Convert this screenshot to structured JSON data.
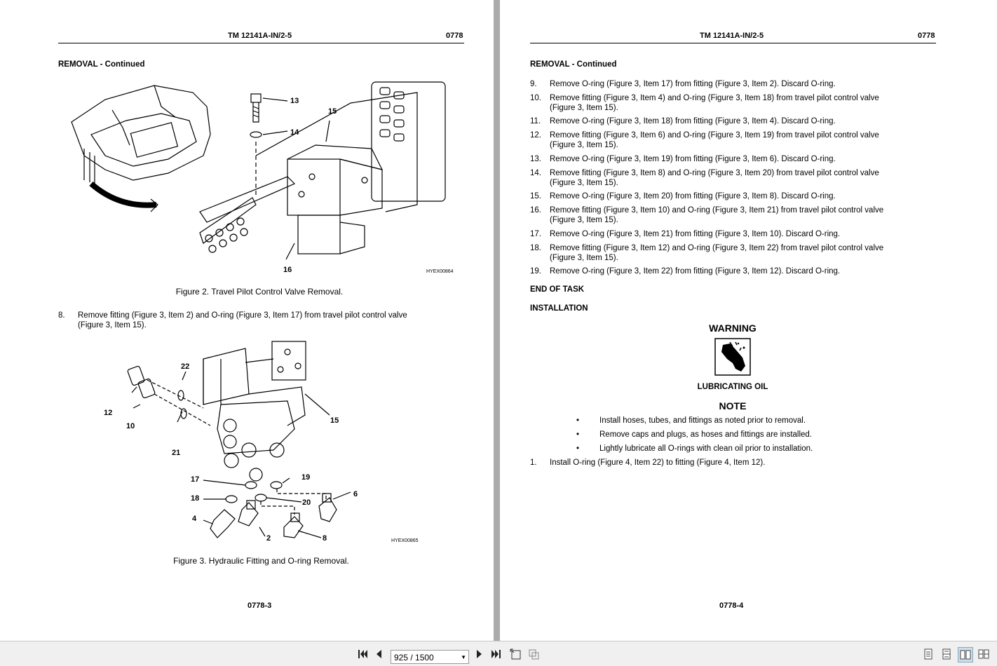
{
  "left_page": {
    "header_title": "TM 12141A-IN/2-5",
    "header_code": "0778",
    "section": "REMOVAL - Continued",
    "figure2": {
      "callouts": [
        "13",
        "14",
        "15",
        "16"
      ],
      "ref": "HYEX00864",
      "caption": "Figure 2.  Travel Pilot Control Valve Removal."
    },
    "steps": [
      {
        "num": "8.",
        "text": "Remove fitting (Figure 3, Item 2) and O-ring (Figure 3, Item 17) from travel pilot control valve (Figure 3, Item 15)."
      }
    ],
    "figure3": {
      "callouts": [
        "22",
        "12",
        "10",
        "21",
        "15",
        "17",
        "19",
        "18",
        "20",
        "6",
        "4",
        "2",
        "8"
      ],
      "ref": "HYEX00865",
      "caption": "Figure 3.  Hydraulic Fitting and O-ring Removal."
    },
    "footer": "0778-3"
  },
  "right_page": {
    "header_title": "TM 12141A-IN/2-5",
    "header_code": "0778",
    "section": "REMOVAL - Continued",
    "steps": [
      {
        "num": "9.",
        "text": "Remove O-ring (Figure 3, Item 17) from fitting (Figure 3, Item 2). Discard O-ring."
      },
      {
        "num": "10.",
        "text": "Remove fitting (Figure 3, Item 4) and O-ring (Figure 3, Item 18) from travel pilot control valve (Figure 3, Item 15)."
      },
      {
        "num": "11.",
        "text": "Remove O-ring (Figure 3, Item 18) from fitting (Figure 3, Item 4). Discard O-ring."
      },
      {
        "num": "12.",
        "text": "Remove fitting (Figure 3, Item 6) and O-ring (Figure 3, Item 19) from travel pilot control valve (Figure 3, Item 15)."
      },
      {
        "num": "13.",
        "text": "Remove O-ring (Figure 3, Item 19) from fitting (Figure 3, Item 6). Discard O-ring."
      },
      {
        "num": "14.",
        "text": "Remove fitting (Figure 3, Item 8) and O-ring (Figure 3, Item 20) from travel pilot control valve (Figure 3, Item 15)."
      },
      {
        "num": "15.",
        "text": "Remove O-ring (Figure 3, Item 20) from fitting (Figure 3, Item 8). Discard O-ring."
      },
      {
        "num": "16.",
        "text": "Remove fitting (Figure 3, Item 10) and O-ring (Figure 3, Item 21) from travel pilot control valve (Figure 3, Item 15)."
      },
      {
        "num": "17.",
        "text": "Remove O-ring (Figure 3, Item 21) from fitting (Figure 3, Item 10). Discard O-ring."
      },
      {
        "num": "18.",
        "text": "Remove fitting (Figure 3, Item 12) and O-ring (Figure 3, Item 22) from travel pilot control valve (Figure 3, Item 15)."
      },
      {
        "num": "19.",
        "text": "Remove O-ring (Figure 3, Item 22) from fitting (Figure 3, Item 12). Discard O-ring."
      }
    ],
    "end_of_task": "END OF TASK",
    "installation": "INSTALLATION",
    "warning_title": "WARNING",
    "warning_label": "LUBRICATING OIL",
    "note_title": "NOTE",
    "note_bullets": [
      "Install hoses, tubes, and fittings as noted prior to removal.",
      "Remove caps and plugs, as hoses and fittings are installed.",
      "Lightly lubricate all O-rings with clean oil prior to installation."
    ],
    "install_steps": [
      {
        "num": "1.",
        "text": "Install O-ring (Figure 4, Item 22) to fitting (Figure 4, Item 12)."
      }
    ],
    "footer": "0778-4"
  },
  "toolbar": {
    "page_indicator": "925 / 1500",
    "icons": [
      "first-page-icon",
      "prev-page-icon",
      "next-page-icon",
      "last-page-icon",
      "fit-page-icon",
      "fit-width-icon",
      "single-page-view-icon",
      "continuous-view-icon",
      "facing-view-icon",
      "continuous-facing-view-icon"
    ]
  }
}
